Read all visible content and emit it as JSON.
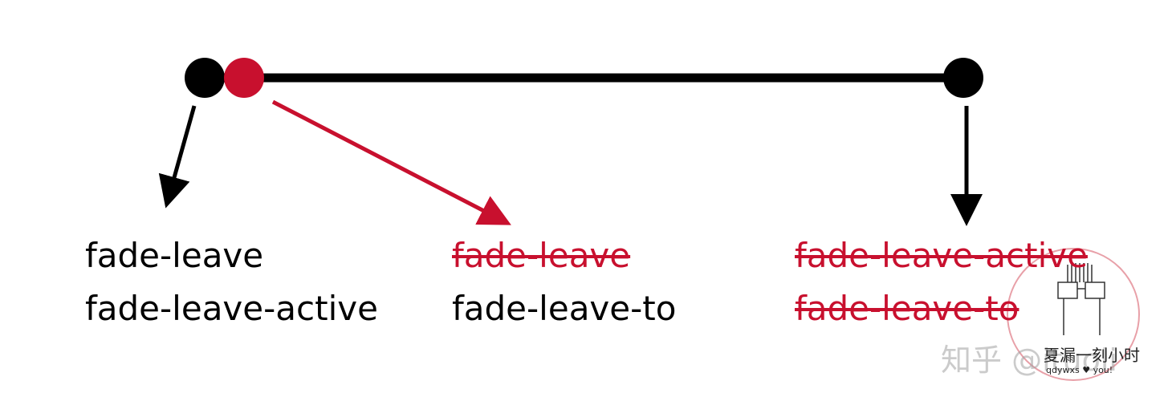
{
  "colors": {
    "black": "#000000",
    "red": "#c8102e",
    "stamp_border": "#e8a0a8"
  },
  "labels": {
    "start_line1": "fade-leave",
    "start_line2": "fade-leave-active",
    "next_line1": "fade-leave",
    "next_line2": "fade-leave-to",
    "end_line1": "fade-leave-active",
    "end_line2": "fade-leave-to"
  },
  "watermark": {
    "site": "知乎 @ituoli",
    "stamp_name": "夏漏一刻小时",
    "stamp_caption": "qdywxs ♥ you!"
  }
}
